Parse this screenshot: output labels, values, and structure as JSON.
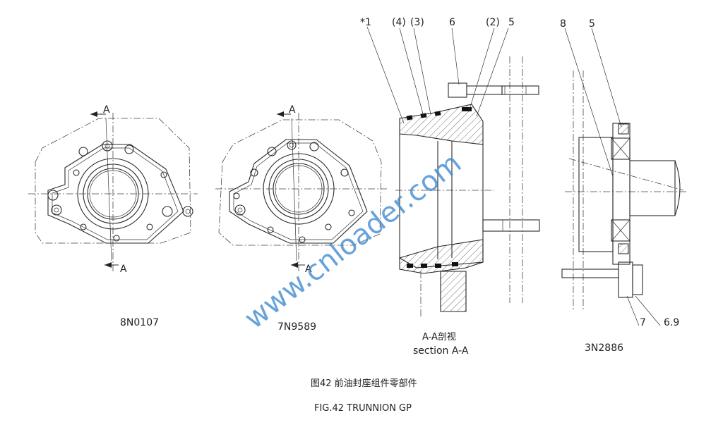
{
  "views": {
    "view1_part": "8N0107",
    "view2_part": "7N9589",
    "section_title_cn": "A-A剖视",
    "section_title_en": "section A-A",
    "view4_part": "3N2886"
  },
  "section_marks": {
    "v1_top": "A",
    "v1_bottom": "A",
    "v2_top": "A",
    "v2_bottom": "A"
  },
  "callouts": {
    "c1": "*1",
    "c4": "(4)",
    "c3": "(3)",
    "c6": "6",
    "c2": "(2)",
    "c5": "5",
    "c8": "8",
    "c5b": "5",
    "c7": "7",
    "c69": "6.9"
  },
  "caption": {
    "cn": "图42 前油封座组件零部件",
    "en": "FIG.42 TRUNNION GP"
  },
  "watermark": "www.cnloader.com"
}
